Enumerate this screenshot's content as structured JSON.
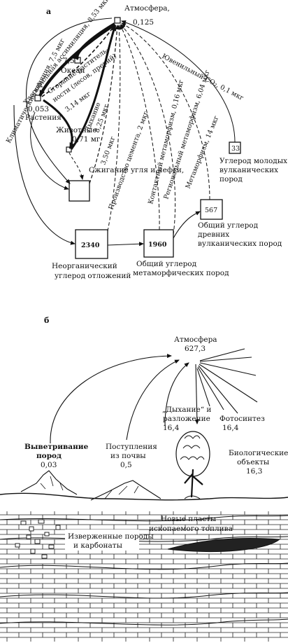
{
  "panel_a": {
    "letter": "а",
    "atmosphere": {
      "name": "Атмосфера,",
      "value": "0,125"
    },
    "ocean": {
      "value": "7,5",
      "name": "Океан"
    },
    "plants": {
      "value": "0,053",
      "name": "Растения"
    },
    "animals": {
      "name": "Животные",
      "value": "0,71 мг"
    },
    "burning": "Сжигание угля и нефти,",
    "young_volcanic": {
      "value": "33",
      "name_lines": [
        "Углерод молодых",
        "вулканических",
        "пород"
      ]
    },
    "ancient_volcanic": {
      "value": "567",
      "name_lines": [
        "Общий углерод",
        "древних",
        "вулканических пород"
      ]
    },
    "inorganic": {
      "value": "2340",
      "name_lines": [
        "Неорганический",
        "углерод отложений"
      ]
    },
    "metamorphic": {
      "value": "1960",
      "name_lines": [
        "Общий углерод",
        "метаморфических пород"
      ]
    },
    "flows": {
      "climatic": "Климатические влияния, 7,5 мкг",
      "assimilation": "Хлорофильная ассимиляция, 8,53 мкг",
      "burn_plants_1": "Сгорание раститель-",
      "burn_plants_2": "ности (лесов, прерий)",
      "burn_plants_val": "3,14 мкг",
      "respiration": "Дыхание",
      "respiration_val": "8,25 мкг",
      "fuel_val": "3,50 мкг",
      "cement": "Производство цемента, 2 мкг",
      "contact": "Контактный метаморфизм, 0,16 мкг",
      "regional": "Региональный метаморфизм, 6,04 мкг",
      "metamorphism": "Метаморфизм, 14 мкг",
      "juvenile": "Ювенильный CO₂, 0,1 мкг"
    }
  },
  "panel_b": {
    "letter": "б",
    "atmosphere": {
      "name": "Атмосфера",
      "value": "627,3"
    },
    "weathering": {
      "lines": [
        "Выветривание",
        "пород"
      ],
      "value": "0,03"
    },
    "soil": {
      "lines": [
        "Поступления",
        "из почвы"
      ],
      "value": "0,5"
    },
    "respiration": {
      "lines": [
        "„Дыхание“ и",
        "разложение"
      ],
      "value": "16,4"
    },
    "photosynthesis": {
      "name": "Фотосинтез",
      "value": "16,4"
    },
    "biological": {
      "lines": [
        "Биологические",
        "объекты"
      ],
      "value": "16,3"
    },
    "fossil": {
      "lines": [
        "Новые пласты",
        "ископаемого топлива"
      ]
    },
    "igneous": {
      "lines": [
        "Изверженные породы",
        "и карбонаты"
      ]
    }
  }
}
